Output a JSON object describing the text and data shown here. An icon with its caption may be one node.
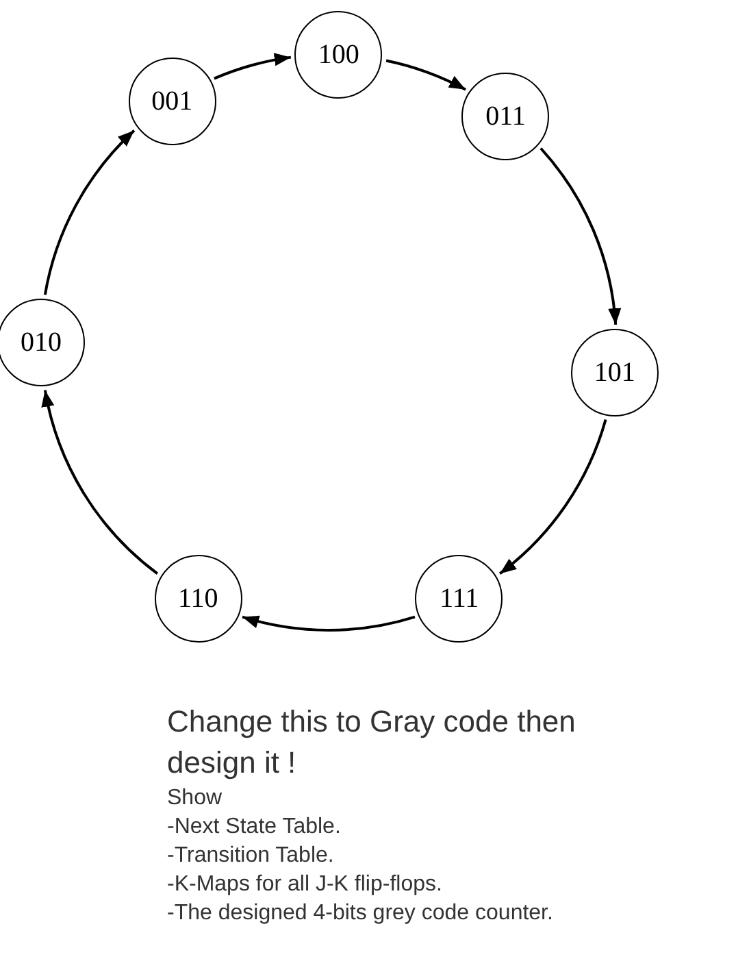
{
  "diagram": {
    "nodes": [
      {
        "text": [
          "100"
        ]
      },
      {
        "text": [
          "011"
        ]
      },
      {
        "text": [
          "101"
        ]
      },
      {
        "text": [
          "111"
        ]
      },
      {
        "text": [
          "110"
        ]
      },
      {
        "text": [
          "010"
        ]
      },
      {
        "text": [
          "001"
        ]
      }
    ],
    "edges": [
      {
        "from": 6,
        "to": 0,
        "arrow": "to"
      },
      {
        "from": 0,
        "to": 1,
        "arrow": "to"
      },
      {
        "from": 1,
        "to": 2,
        "arrow": "to"
      },
      {
        "from": 2,
        "to": 3,
        "arrow": "to"
      },
      {
        "from": 3,
        "to": 4,
        "arrow": "to"
      },
      {
        "from": 4,
        "to": 5,
        "arrow": "to"
      },
      {
        "from": 5,
        "to": 6,
        "arrow": "to"
      }
    ],
    "labels": [
      "Change this to Gray code then design it !",
      "Show",
      "-Next State Table.",
      "-Transition Table.",
      "-K-Maps for all J-K flip-flops.",
      "-The designed 4-bits grey code counter."
    ]
  }
}
